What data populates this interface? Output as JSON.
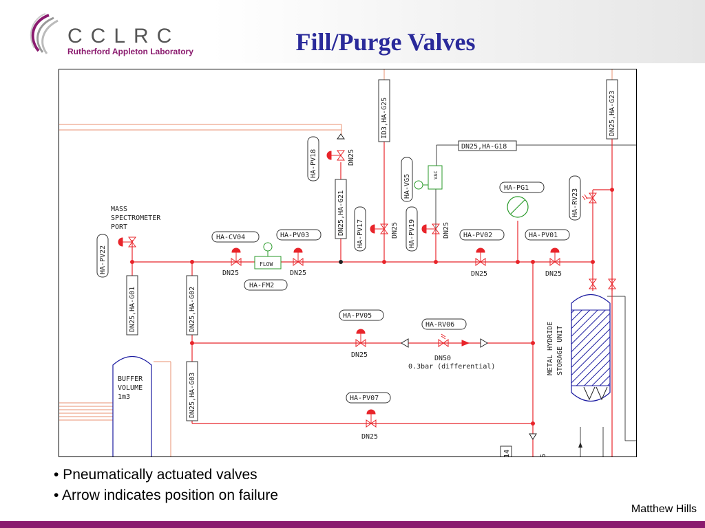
{
  "header": {
    "logo_name": "CCLRC",
    "logo_subtitle": "Rutherford Appleton Laboratory",
    "title": "Fill/Purge Valves"
  },
  "diagram": {
    "tags": {
      "pv22": "HA-PV22",
      "g01": "DN25,HA-G01",
      "g02": "DN25,HA-G02",
      "g03": "DN25,HA-G03",
      "cv04": "HA-CV04",
      "pv03": "HA-PV03",
      "fm2": "HA-FM2",
      "pv18": "HA-PV18",
      "g21": "DN25,HA-G21",
      "g25": "ID3,HA-G25",
      "pv17": "HA-PV17",
      "vg5": "HA-VG5",
      "pv19": "HA-PV19",
      "g18": "DN25,HA-G18",
      "pg1": "HA-PG1",
      "pv02": "HA-PV02",
      "pv01": "HA-PV01",
      "rv23": "HA-RV23",
      "g23": "DN25,HA-G23",
      "pv05": "HA-PV05",
      "rv06": "HA-RV06",
      "pv07": "HA-PV07"
    },
    "labels": {
      "mass_spec_1": "MASS",
      "mass_spec_2": "SPECTROMETER",
      "mass_spec_3": "PORT",
      "buffer_1": "BUFFER",
      "buffer_2": "VOLUME",
      "buffer_3": "1m3",
      "storage_1": "METAL HYDRIDE",
      "storage_2": "STORAGE UNIT",
      "flow": "FLOW",
      "vac": "VAC",
      "dn25": "DN25",
      "dn50": "DN50",
      "differential": "0.3bar (differential)",
      "edge_14": "14",
      "edge_5": "5"
    },
    "colors": {
      "pipe": "#e8242a",
      "instrument": "#2a9a2a",
      "vessel": "#1a1aa0",
      "outline": "#222222",
      "frame_lines": "#e89070"
    }
  },
  "bullets": [
    "• Pneumatically actuated valves",
    "• Arrow indicates position on failure"
  ],
  "footer": {
    "author": "Matthew Hills",
    "bar_color": "#8a1a6e"
  }
}
